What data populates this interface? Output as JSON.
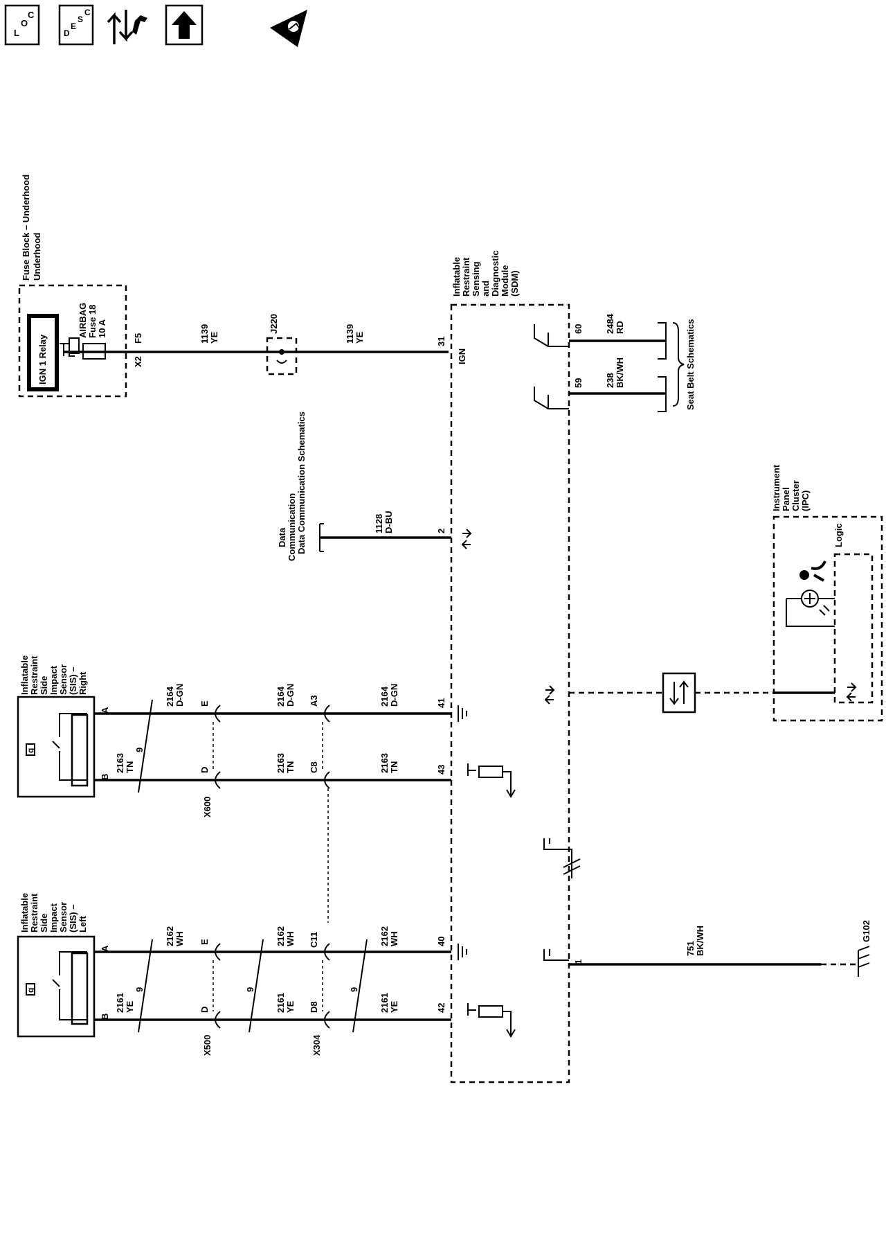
{
  "toolbar": {
    "loc": {
      "l": "L",
      "o": "O",
      "c": "C"
    },
    "desc": {
      "d": "D",
      "e": "E",
      "s": "S",
      "c": "C"
    }
  },
  "fuse_block": {
    "title": "Fuse Block – Underhood",
    "relay": "IGN 1 Relay",
    "fuse": [
      "AIRBAG",
      "Fuse 18",
      "10 A"
    ],
    "conn_x2": "X2",
    "pin_f5": "F5"
  },
  "ign_circuit": {
    "wire_a": {
      "num": "1139",
      "color": "YE"
    },
    "splice": "J220",
    "wire_b": {
      "num": "1139",
      "color": "YE"
    },
    "pin": "31",
    "pin_label": "IGN"
  },
  "sdm": {
    "title": [
      "Inflatable",
      "Restraint",
      "Sensing",
      "and",
      "Diagnostic",
      "Module",
      "(SDM)"
    ],
    "pin_60": "60",
    "pin_59": "59",
    "wire_60": {
      "num": "2484",
      "color": "RD"
    },
    "wire_59": {
      "num": "238",
      "color": "BK/WH"
    },
    "seat_belt": "Seat Belt Schematics"
  },
  "data_comm": {
    "label": "Data Communication Schematics",
    "wire": {
      "num": "1128",
      "color": "D-BU"
    },
    "pin": "2"
  },
  "sis_right": {
    "title": [
      "Inflatable",
      "Restraint",
      "Side",
      "Impact",
      "Sensor",
      "(SIS) –",
      "Right"
    ],
    "icon_letter": "g",
    "pin_a": "A",
    "pin_b": "B",
    "wire_a1": {
      "num": "2164",
      "color": "D-GN"
    },
    "wire_b1": {
      "num": "2163",
      "color": "TN"
    },
    "twist": "9",
    "conn_e": "E",
    "conn_d": "D",
    "conn_name": "X600",
    "wire_a2": {
      "num": "2164",
      "color": "D-GN"
    },
    "wire_b2": {
      "num": "2163",
      "color": "TN"
    },
    "conn2_a": "A3",
    "conn2_b": "C8",
    "wire_a3": {
      "num": "2164",
      "color": "D-GN"
    },
    "wire_b3": {
      "num": "2163",
      "color": "TN"
    },
    "sdm_a": "41",
    "sdm_b": "43"
  },
  "sis_left": {
    "title": [
      "Inflatable",
      "Restraint",
      "Side",
      "Impact",
      "Sensor",
      "(SIS) –",
      "Left"
    ],
    "icon_letter": "g",
    "pin_a": "A",
    "pin_b": "B",
    "wire_a1": {
      "num": "2162",
      "color": "WH"
    },
    "wire_b1": {
      "num": "2161",
      "color": "YE"
    },
    "twist": "9",
    "conn_e": "E",
    "conn_d": "D",
    "conn_name": "X500",
    "twist2": "9",
    "wire_a2": {
      "num": "2162",
      "color": "WH"
    },
    "wire_b2": {
      "num": "2161",
      "color": "YE"
    },
    "conn2_a": "C11",
    "conn2_b": "D8",
    "conn2_name": "X304",
    "twist3": "9",
    "wire_a3": {
      "num": "2162",
      "color": "WH"
    },
    "wire_b3": {
      "num": "2161",
      "color": "YE"
    },
    "sdm_a": "40",
    "sdm_b": "42"
  },
  "ground": {
    "pin": "1",
    "wire": {
      "num": "751",
      "color": "BK/WH"
    },
    "name": "G102"
  },
  "ipc": {
    "title": [
      "Instrument",
      "Panel",
      "Cluster",
      "(IPC)"
    ],
    "logic": "Logic"
  }
}
